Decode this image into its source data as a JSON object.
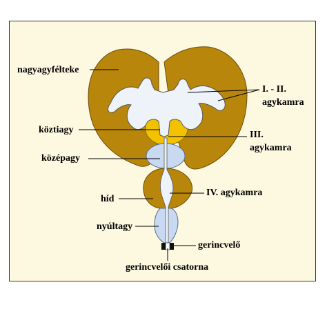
{
  "labels": {
    "nagyagyfelteke": "nagyagyfélteke",
    "koztiagy": "köztiagy",
    "kozepagy": "középagy",
    "hid": "híd",
    "nyultagy": "nyúltagy",
    "gerincvelo": "gerincvelő",
    "gerincveloi_csatorna": "gerincvelői csatorna",
    "agykamra_1_2_line1": "I. - II.",
    "agykamra_1_2_line2": "agykamra",
    "agykamra_3_line1": "III.",
    "agykamra_3_line2": "agykamra",
    "agykamra_4": "IV. agykamra"
  },
  "colors": {
    "background": "#fdf8e0",
    "cerebrum": "#b8860b",
    "diencephalon": "#f2c200",
    "midbrain_medulla": "#c8daf2",
    "ventricle": "#eef3f9",
    "spinal_cord": "#111111"
  }
}
